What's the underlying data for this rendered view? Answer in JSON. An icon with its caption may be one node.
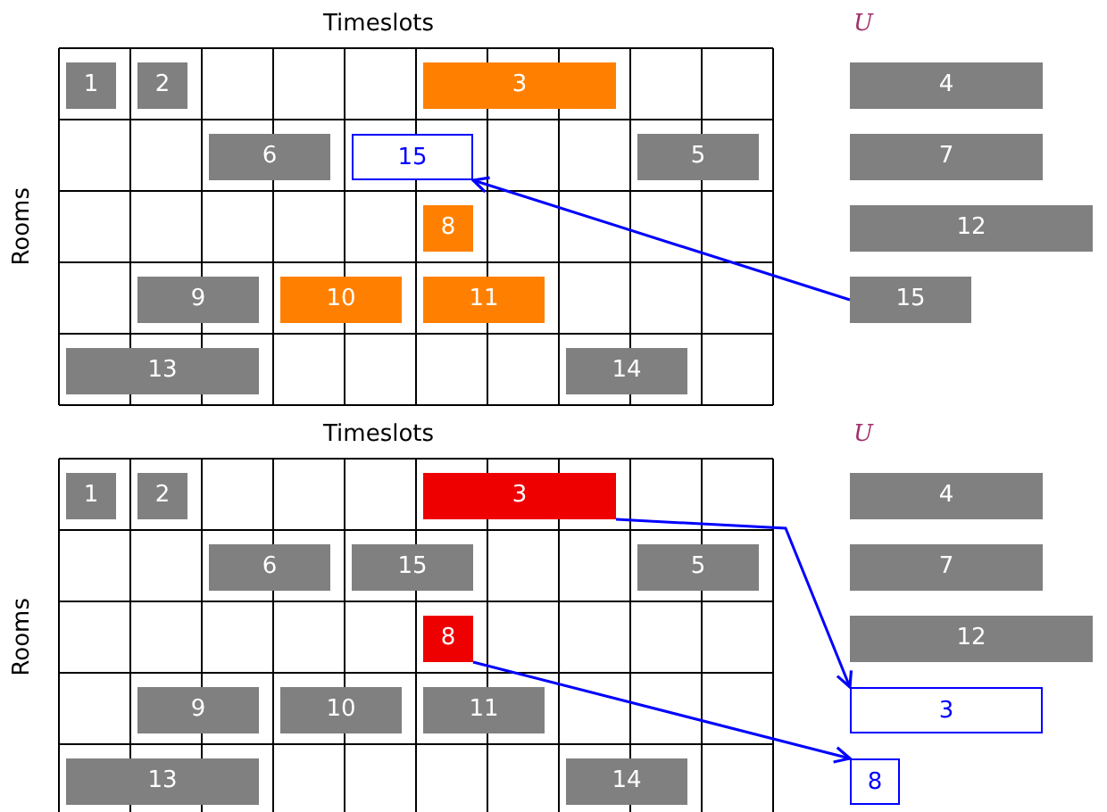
{
  "diagram": {
    "nodes": [
      {
        "text": [
          "1"
        ]
      },
      {
        "text": [
          "2"
        ]
      },
      {
        "text": [
          "3"
        ]
      },
      {
        "text": [
          "4"
        ]
      },
      {
        "text": [
          "6"
        ]
      },
      {
        "text": [
          "15"
        ]
      },
      {
        "text": [
          "5"
        ]
      },
      {
        "text": [
          "7"
        ]
      },
      {
        "text": [
          "8"
        ]
      },
      {
        "text": [
          "12"
        ]
      },
      {
        "text": [
          "9"
        ]
      },
      {
        "text": [
          "10"
        ]
      },
      {
        "text": [
          "11"
        ]
      },
      {
        "text": [
          "15"
        ]
      },
      {
        "text": [
          "13"
        ]
      },
      {
        "text": [
          "14"
        ]
      },
      {
        "text": [
          "1"
        ]
      },
      {
        "text": [
          "2"
        ]
      },
      {
        "text": [
          "3"
        ]
      },
      {
        "text": [
          "4"
        ]
      },
      {
        "text": [
          "6"
        ]
      },
      {
        "text": [
          "15"
        ]
      },
      {
        "text": [
          "5"
        ]
      },
      {
        "text": [
          "7"
        ]
      },
      {
        "text": [
          "8"
        ]
      },
      {
        "text": [
          "12"
        ]
      },
      {
        "text": [
          "9"
        ]
      },
      {
        "text": [
          "10"
        ]
      },
      {
        "text": [
          "11"
        ]
      },
      {
        "text": [
          "3"
        ]
      },
      {
        "text": [
          "13"
        ]
      },
      {
        "text": [
          "14"
        ]
      },
      {
        "text": [
          "8"
        ]
      }
    ],
    "edges": [
      {
        "from": 13,
        "to": 5,
        "arrow": "to"
      },
      {
        "from": 18,
        "to": 29,
        "arrow": "to"
      },
      {
        "from": 24,
        "to": 32,
        "arrow": "to"
      }
    ],
    "labels": [
      "Timeslots",
      "U",
      "Rooms",
      "Timeslots",
      "U",
      "Rooms"
    ]
  }
}
